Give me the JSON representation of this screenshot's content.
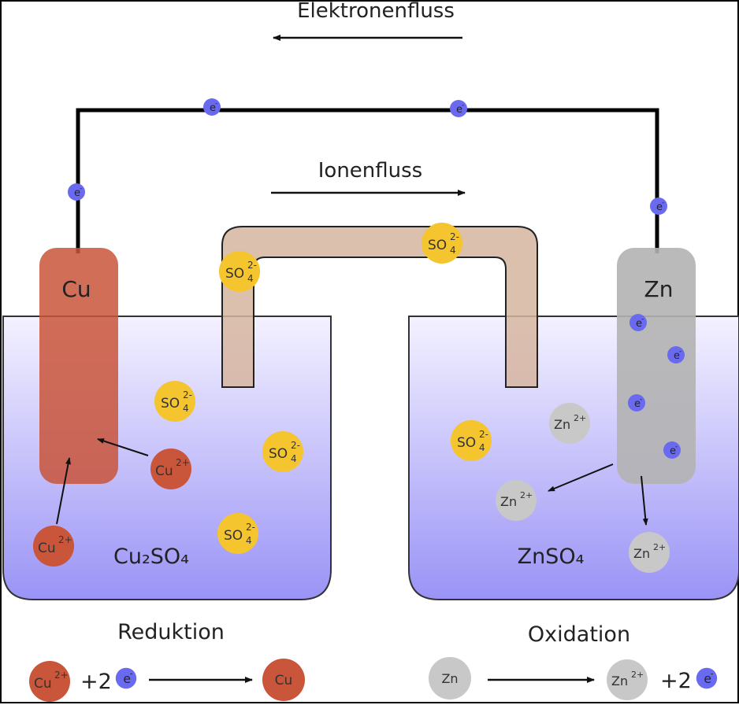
{
  "labels": {
    "electron_flow": "Elektronenfluss",
    "ion_flow": "Ionenfluss",
    "cu_electrode": "Cu",
    "zn_electrode": "Zn",
    "left_solution": "Cu₂SO₄",
    "right_solution": "ZnSO₄",
    "reduction": "Reduktion",
    "oxidation": "Oxidation"
  },
  "ions": {
    "electron": "e",
    "electron_charge": "-",
    "sulfate": "SO",
    "sulfate_sub": "4",
    "sulfate_charge": "2-",
    "copper": "Cu",
    "copper_charge": "2+",
    "zinc": "Zn",
    "zinc_charge": "2+",
    "cu_atom": "Cu",
    "zn_atom": "Zn"
  },
  "equations": {
    "reduction_coef": "+2",
    "oxidation_coef": "+2"
  },
  "colors": {
    "copper": "#c9553a",
    "zinc_electrode": "#b3b3b3",
    "zinc_ion": "#c8c8c8",
    "sulfate": "#f4c52e",
    "electron": "#6a6af0",
    "salt_bridge": "#d6b5a0",
    "solution_top": "#f2f0ff",
    "solution_bottom": "#9d96f5"
  }
}
